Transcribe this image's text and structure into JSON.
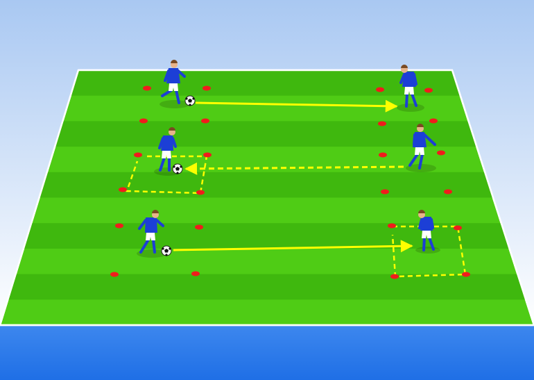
{
  "scene": {
    "sky_top": "#a9c8f2",
    "sky_bottom": "#ffffff",
    "ground": "#3d87ee",
    "ground_dark": "#1f6fe6",
    "pitch_light": "#4fcc15",
    "pitch_dark": "#3fb80e",
    "cone_color": "#f01c1c",
    "pass_color": "#ffff00",
    "shirt_color": "#1c3fd6",
    "shorts_color": "#ffffff"
  },
  "drill": {
    "stripe_count": 10,
    "lanes": 3,
    "players": 6,
    "balls": 3
  }
}
